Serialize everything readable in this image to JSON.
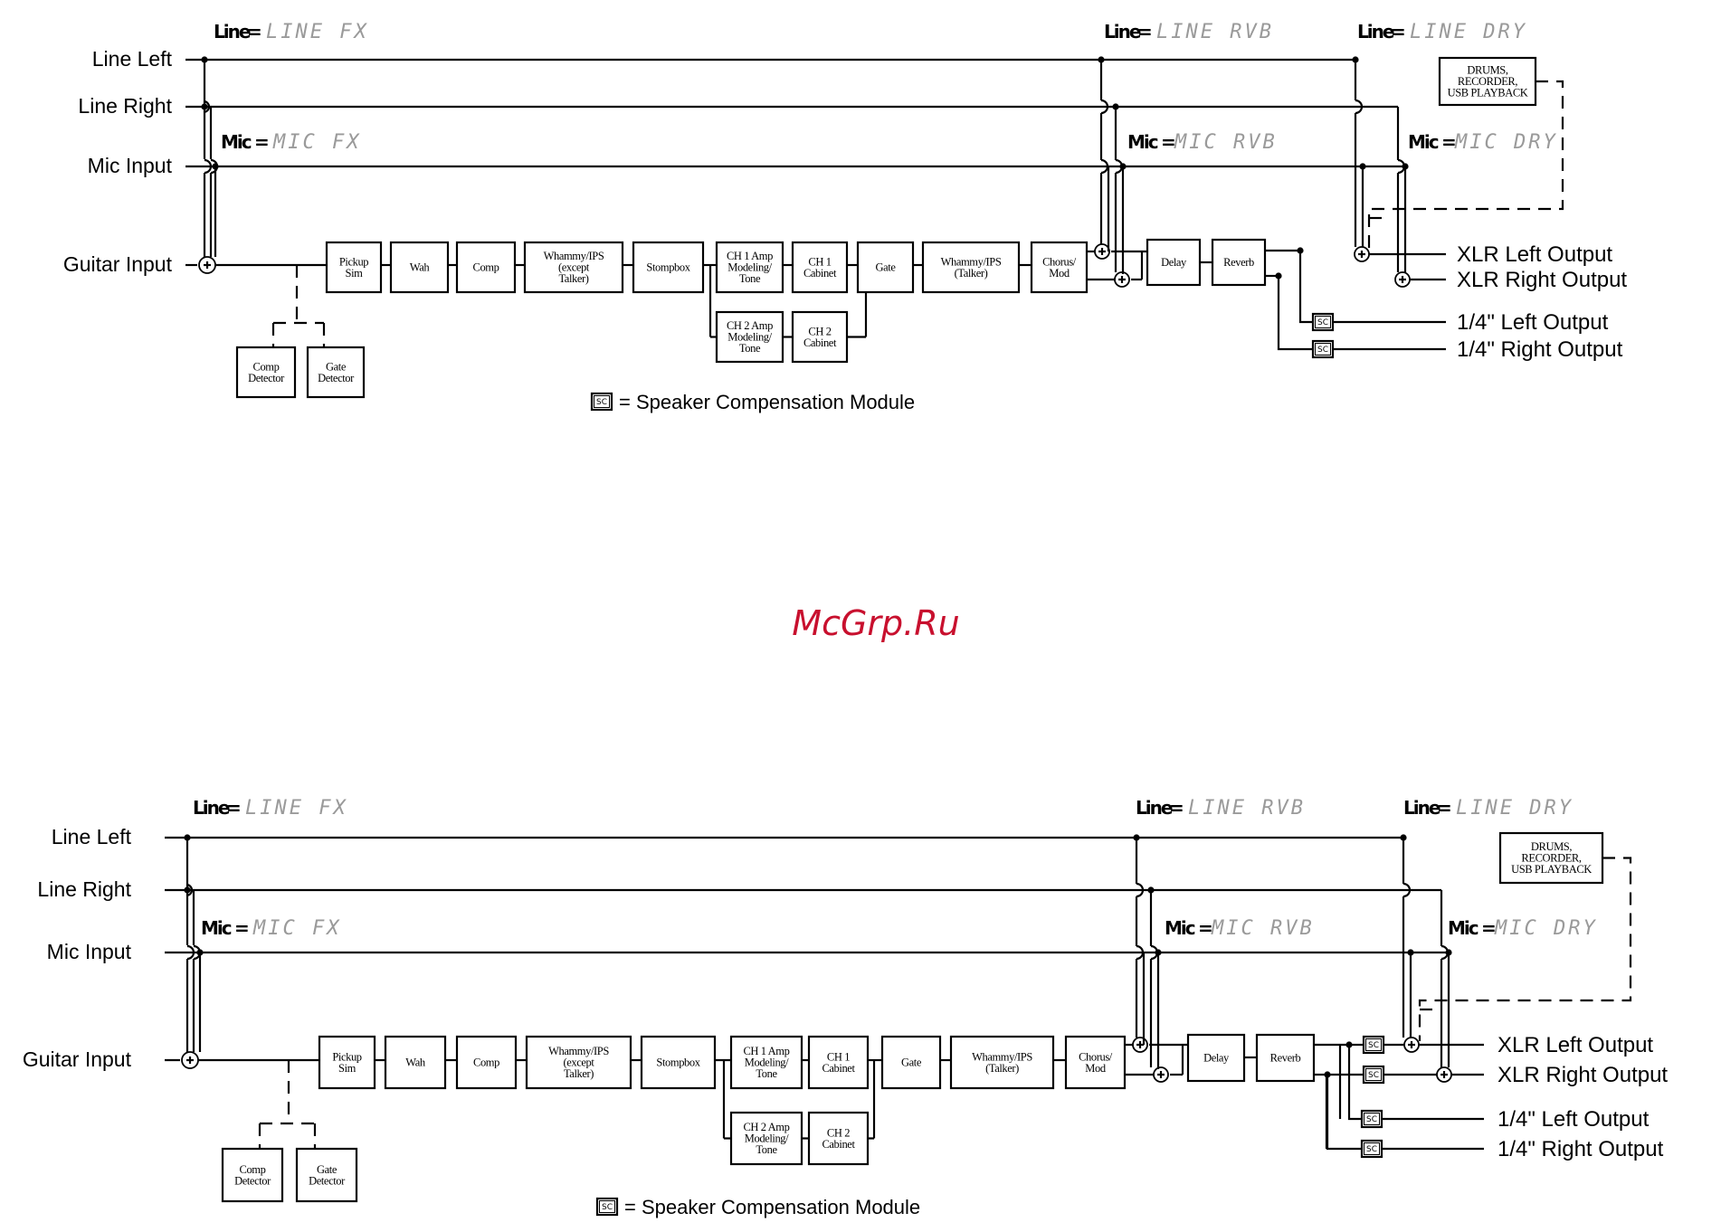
{
  "watermark": "McGrp.Ru",
  "diagrams": [
    {
      "inputs": {
        "line_left": "Line Left",
        "line_right": "Line Right",
        "mic_input": "Mic Input",
        "guitar_input": "Guitar Input"
      },
      "knob_legends": [
        {
          "knob": "Line",
          "equals": "=",
          "setting": "LINE FX"
        },
        {
          "knob": "Line",
          "equals": "=",
          "setting": "LINE RVB"
        },
        {
          "knob": "Line",
          "equals": "=",
          "setting": "LINE DRY"
        },
        {
          "knob": "Mic",
          "equals": "=",
          "setting": "MIC FX"
        },
        {
          "knob": "Mic",
          "equals": "=",
          "setting": "MIC RVB"
        },
        {
          "knob": "Mic",
          "equals": "=",
          "setting": "MIC DRY"
        }
      ],
      "blocks": {
        "pickup_sim": [
          "Pickup",
          "Sim"
        ],
        "wah": [
          "Wah"
        ],
        "comp": [
          "Comp"
        ],
        "whammy_except": [
          "Whammy/IPS",
          "(except",
          "Talker)"
        ],
        "stompbox": [
          "Stompbox"
        ],
        "ch1_amp": [
          "CH 1 Amp",
          "Modeling/",
          "Tone"
        ],
        "ch1_cab": [
          "CH 1",
          "Cabinet"
        ],
        "ch2_amp": [
          "CH 2 Amp",
          "Modeling/",
          "Tone"
        ],
        "ch2_cab": [
          "CH 2",
          "Cabinet"
        ],
        "gate": [
          "Gate"
        ],
        "whammy_talker": [
          "Whammy/IPS",
          "(Talker)"
        ],
        "chorus": [
          "Chorus/",
          "Mod"
        ],
        "delay": [
          "Delay"
        ],
        "reverb": [
          "Reverb"
        ],
        "comp_detector": [
          "Comp",
          "Detector"
        ],
        "gate_detector": [
          "Gate",
          "Detector"
        ],
        "drums": [
          "DRUMS,",
          "RECORDER,",
          "USB PLAYBACK"
        ]
      },
      "outputs": {
        "xlr_left": "XLR Left Output",
        "xlr_right": "XLR Right Output",
        "quarter_left": "1/4\" Left Output",
        "quarter_right": "1/4\" Right Output"
      },
      "sc_label": "SC",
      "legend": "= Speaker Compensation Module"
    },
    {
      "inputs": {
        "line_left": "Line Left",
        "line_right": "Line Right",
        "mic_input": "Mic Input",
        "guitar_input": "Guitar Input"
      },
      "knob_legends": [
        {
          "knob": "Line",
          "equals": "=",
          "setting": "LINE FX"
        },
        {
          "knob": "Line",
          "equals": "=",
          "setting": "LINE RVB"
        },
        {
          "knob": "Line",
          "equals": "=",
          "setting": "LINE DRY"
        },
        {
          "knob": "Mic",
          "equals": "=",
          "setting": "MIC FX"
        },
        {
          "knob": "Mic",
          "equals": "=",
          "setting": "MIC RVB"
        },
        {
          "knob": "Mic",
          "equals": "=",
          "setting": "MIC DRY"
        }
      ],
      "blocks": {
        "pickup_sim": [
          "Pickup",
          "Sim"
        ],
        "wah": [
          "Wah"
        ],
        "comp": [
          "Comp"
        ],
        "whammy_except": [
          "Whammy/IPS",
          "(except",
          "Talker)"
        ],
        "stompbox": [
          "Stompbox"
        ],
        "ch1_amp": [
          "CH 1 Amp",
          "Modeling/",
          "Tone"
        ],
        "ch1_cab": [
          "CH 1",
          "Cabinet"
        ],
        "ch2_amp": [
          "CH 2 Amp",
          "Modeling/",
          "Tone"
        ],
        "ch2_cab": [
          "CH 2",
          "Cabinet"
        ],
        "gate": [
          "Gate"
        ],
        "whammy_talker": [
          "Whammy/IPS",
          "(Talker)"
        ],
        "chorus": [
          "Chorus/",
          "Mod"
        ],
        "delay": [
          "Delay"
        ],
        "reverb": [
          "Reverb"
        ],
        "comp_detector": [
          "Comp",
          "Detector"
        ],
        "gate_detector": [
          "Gate",
          "Detector"
        ],
        "drums": [
          "DRUMS,",
          "RECORDER,",
          "USB PLAYBACK"
        ]
      },
      "outputs": {
        "xlr_left": "XLR Left Output",
        "xlr_right": "XLR Right Output",
        "quarter_left": "1/4\" Left Output",
        "quarter_right": "1/4\" Right Output"
      },
      "sc_label": "SC",
      "legend": "= Speaker Compensation Module"
    }
  ]
}
